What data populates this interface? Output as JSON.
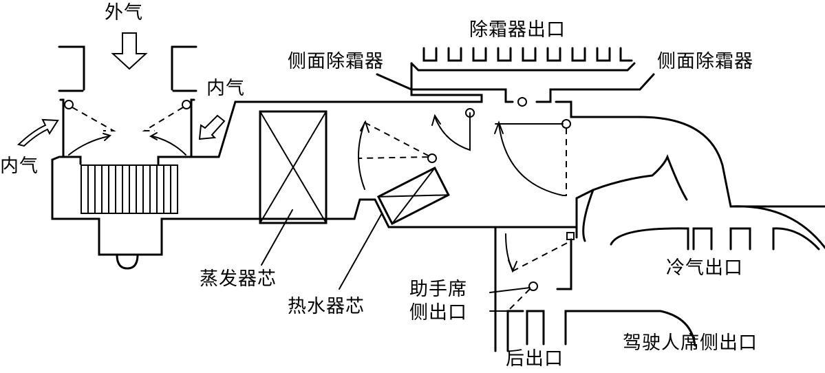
{
  "labels": {
    "outside_air": "外气",
    "inside_air_left": "内气",
    "inside_air_right": "内气",
    "defroster_outlet": "除霜器出口",
    "side_defroster_left": "侧面除霜器",
    "side_defroster_right": "侧面除霜器",
    "evaporator_core": "蒸发器芯",
    "heater_core": "热水器芯",
    "passenger_side_outlet_line1": "助手席",
    "passenger_side_outlet_line2": "侧出口",
    "cool_air_outlet": "冷气出口",
    "driver_side_outlet": "驾驶人席侧出口",
    "rear_outlet": "后出口"
  }
}
